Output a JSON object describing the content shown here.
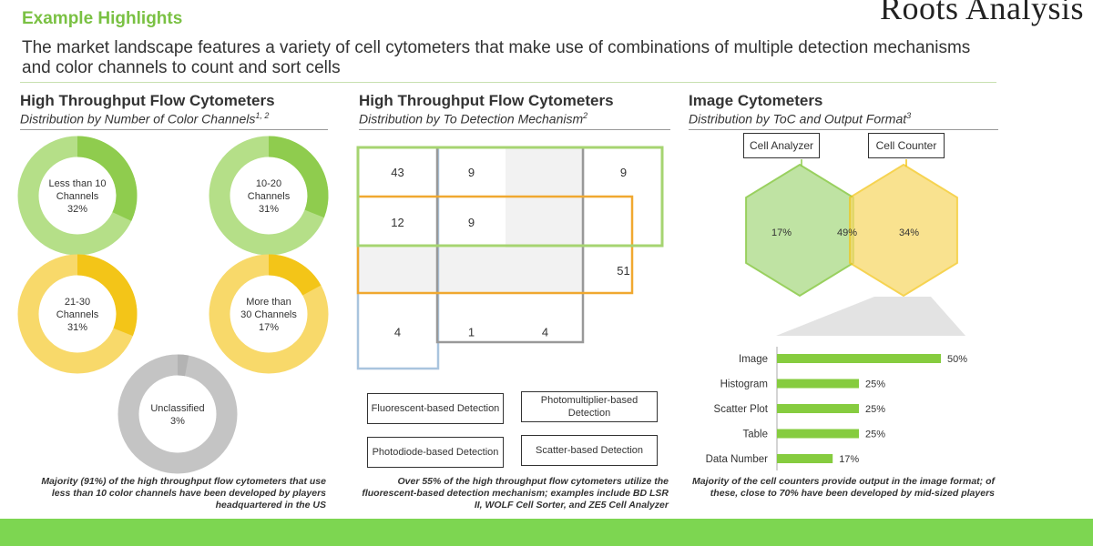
{
  "header": {
    "label": "Example Highlights",
    "logo": "Roots Analysis",
    "subtitle": "The market landscape features a variety of cell cytometers that make use of combinations of multiple detection mechanisms and color channels to count and sort cells"
  },
  "sections": [
    {
      "title": "High Throughput Flow Cytometers",
      "subtitle": "Distribution by Number of Color Channels",
      "subtitle_sup": "1, 2",
      "note": "Majority (91%) of the high throughput flow cytometers that use less than 10 color channels have been developed by players headquartered in the US"
    },
    {
      "title": "High Throughput Flow Cytometers",
      "subtitle": "Distribution by To Detection Mechanism",
      "subtitle_sup": "2",
      "note": "Over 55% of the high throughput flow cytometers utilize the fluorescent-based detection mechanism; examples include BD LSR II, WOLF Cell Sorter, and ZE5 Cell Analyzer"
    },
    {
      "title": "Image Cytometers",
      "subtitle": "Distribution by ToC and Output Format",
      "subtitle_sup": "3",
      "note": "Majority of the cell counters provide output in the image format; of these, close to 70% have been developed by mid-sized players"
    }
  ],
  "chart_data": [
    {
      "type": "pie",
      "subtype": "donut-set",
      "slices": [
        {
          "line1": "Less than 10",
          "line2": "Channels",
          "value_label": "32%",
          "value": 32,
          "color": "#8fcc4e",
          "track": "#b5df88"
        },
        {
          "line1": "10-20",
          "line2": "Channels",
          "value_label": "31%",
          "value": 31,
          "color": "#8fcc4e",
          "track": "#b5df88"
        },
        {
          "line1": "21-30",
          "line2": "Channels",
          "value_label": "31%",
          "value": 31,
          "color": "#f3c518",
          "track": "#f8d96a"
        },
        {
          "line1": "More than",
          "line2": "30 Channels",
          "value_label": "17%",
          "value": 17,
          "color": "#f3c518",
          "track": "#f8d96a"
        },
        {
          "line1": "Unclassified",
          "line2": "",
          "value_label": "3%",
          "value": 3,
          "color": "#b3b3b3",
          "track": "#c4c4c4"
        }
      ]
    },
    {
      "type": "table",
      "subtype": "overlap-grid",
      "cells": [
        {
          "row": 0,
          "col": 0,
          "value": "43"
        },
        {
          "row": 0,
          "col": 1,
          "value": "9"
        },
        {
          "row": 0,
          "col": 3,
          "value": "9"
        },
        {
          "row": 1,
          "col": 0,
          "value": "12"
        },
        {
          "row": 1,
          "col": 1,
          "value": "9"
        },
        {
          "row": 2,
          "col": 3,
          "value": "51"
        },
        {
          "row": 3,
          "col": 0,
          "value": "4"
        },
        {
          "row": 3,
          "col": 1,
          "value": "1"
        },
        {
          "row": 3,
          "col": 2,
          "value": "4"
        }
      ],
      "legend": [
        {
          "label": "Fluorescent-based Detection",
          "color": "#a6d471"
        },
        {
          "label": "Photomultiplier-based Detection",
          "color": "#f0a830"
        },
        {
          "label": "Photodiode-based Detection",
          "color": "#999999"
        },
        {
          "label": "Scatter-based Detection",
          "color": "#a9c4de"
        }
      ]
    },
    {
      "type": "bar",
      "orientation": "horizontal",
      "venn": {
        "left": {
          "label": "Cell Analyzer",
          "value": "17%",
          "color": "#8fcc4e"
        },
        "right": {
          "label": "Cell Counter",
          "value": "34%",
          "color": "#f3c518"
        },
        "overlap": {
          "value": "49%"
        }
      },
      "categories": [
        "Image",
        "Histogram",
        "Scatter Plot",
        "Table",
        "Data Number"
      ],
      "values": [
        50,
        25,
        25,
        25,
        17
      ],
      "value_labels": [
        "50%",
        "25%",
        "25%",
        "25%",
        "17%"
      ],
      "xlim": [
        0,
        50
      ],
      "color": "#86cc3f"
    }
  ]
}
